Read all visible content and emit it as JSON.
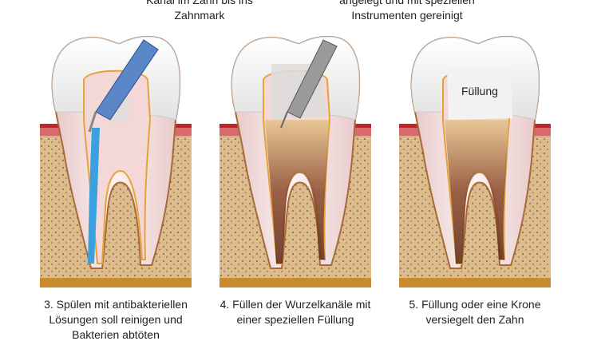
{
  "top_captions": [
    {
      "text": "Kanal im Zahn bis ins\nZahnmark"
    },
    {
      "text": "angelegt und mit speziellen\nInstrumenten gereinigt"
    }
  ],
  "panels": [
    {
      "caption": "3. Spülen mit antibakteriellen\nLösungen soll  reinigen und\nBakterien abtöten"
    },
    {
      "caption": "4. Füllen der Wurzelkanäle mit\neiner speziellen Füllung"
    },
    {
      "caption": "5. Füllung oder eine Krone\nversiegelt den Zahn",
      "crown_label": "Füllung"
    }
  ],
  "colors": {
    "bone": "#dcbb8c",
    "gum": "#c0242c",
    "rinse": "#3ba0e0",
    "filling": "#e8c98f"
  }
}
